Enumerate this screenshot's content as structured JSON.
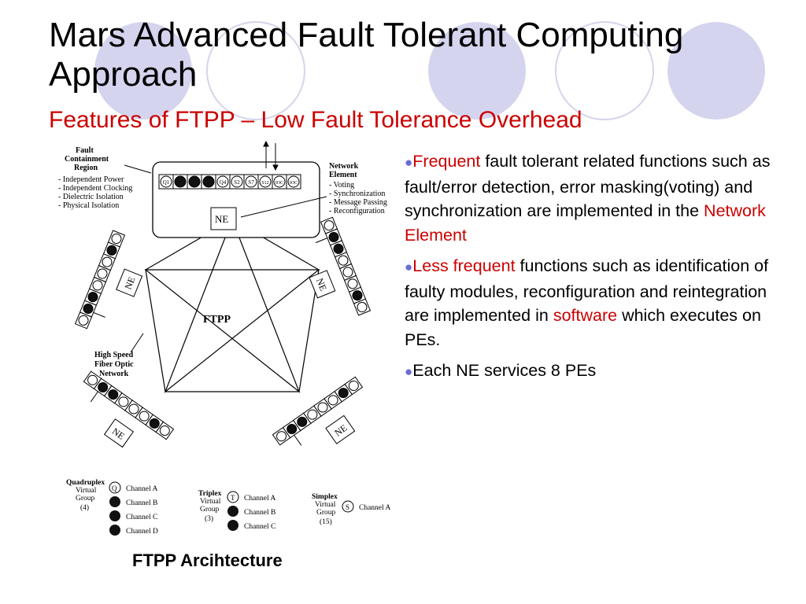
{
  "slide": {
    "title": "Mars Advanced Fault Tolerant Computing Approach",
    "subtitle": "Features of FTPP – Low Fault Tolerance Overhead",
    "caption": "FTPP Arcihtecture"
  },
  "colors": {
    "accent_red": "#cc0000",
    "circle_fill": "#d4d4ee",
    "bullet": "#6b6bd6"
  },
  "bullets": [
    {
      "hl": "Frequent",
      "t1": " fault tolerant related functions such as fault/error detection, error masking(voting) and synchronization are implemented in the ",
      "hl2": "Network Element",
      "t2": ""
    },
    {
      "hl": "Less frequent",
      "t1": " functions such as identification of faulty modules, reconfiguration and reintegration are implemented in ",
      "hl2": "software",
      "t2": " which executes on PEs."
    },
    {
      "hl": "",
      "t1": "Each NE services 8 PEs",
      "hl2": "",
      "t2": ""
    }
  ],
  "diagram": {
    "center_label": "FTPP",
    "ne_label": "NE",
    "fcr": {
      "title": [
        "Fault",
        "Containment",
        "Region"
      ],
      "items": [
        "- Independent Power",
        "- Independent Clocking",
        "- Dielectric Isolation",
        "- Physical Isolation"
      ]
    },
    "network_element": {
      "title": [
        "Network",
        "Element"
      ],
      "items": [
        "- Voting",
        "- Synchronization",
        "- Message Passing",
        "- Reconfiguration"
      ]
    },
    "fiber": [
      "High Speed",
      "Fiber Optic",
      "Network"
    ],
    "top_cells": [
      "Q1",
      "",
      "",
      "",
      "Q4",
      "S2",
      "S7",
      "S12",
      "IOC",
      "IOC"
    ],
    "legend": {
      "quad": {
        "title": [
          "Quadruplex",
          "Virtual",
          "Group",
          "(4)"
        ],
        "sym": "Q",
        "channels": [
          "Channel A",
          "Channel B",
          "Channel C",
          "Channel D"
        ]
      },
      "triplex": {
        "title": [
          "Triplex",
          "Virtual",
          "Group",
          "(3)"
        ],
        "sym": "T",
        "channels": [
          "Channel A",
          "Channel B",
          "Channel C"
        ]
      },
      "simplex": {
        "title": [
          "Simplex",
          "Virtual",
          "Group",
          "(15)"
        ],
        "sym": "S",
        "channels": [
          "Channel A"
        ]
      }
    }
  }
}
